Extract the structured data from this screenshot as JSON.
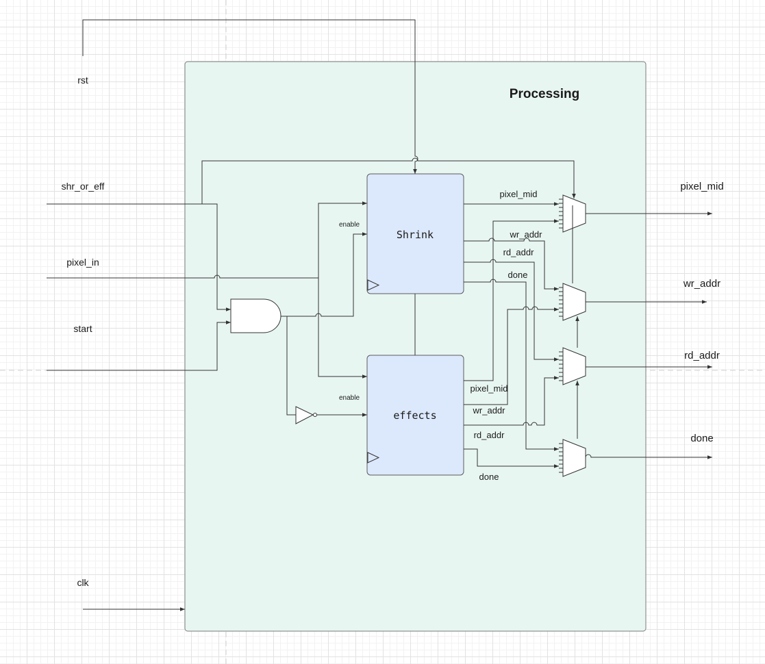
{
  "container": {
    "title": "Processing"
  },
  "blocks": {
    "shrink": "Shrink",
    "effects": "effects"
  },
  "inputs": {
    "rst": "rst",
    "shr_or_eff": "shr_or_eff",
    "pixel_in": "pixel_in",
    "start": "start",
    "clk": "clk"
  },
  "outputs": {
    "pixel_mid": "pixel_mid",
    "wr_addr": "wr_addr",
    "rd_addr": "rd_addr",
    "done": "done"
  },
  "enable_labels": {
    "shrink": "enable",
    "effects": "enable"
  },
  "shrink_signals": {
    "pixel_mid": "pixel_mid",
    "wr_addr": "wr_addr",
    "rd_addr": "rd_addr",
    "done": "done"
  },
  "effects_signals": {
    "pixel_mid": "pixel_mid",
    "wr_addr": "wr_addr",
    "rd_addr": "rd_addr",
    "done": "done"
  },
  "colors": {
    "container_fill": "#e8f6f2",
    "block_fill": "#dce8fc",
    "wire": "#333333",
    "grid": "#e2e2e2"
  }
}
